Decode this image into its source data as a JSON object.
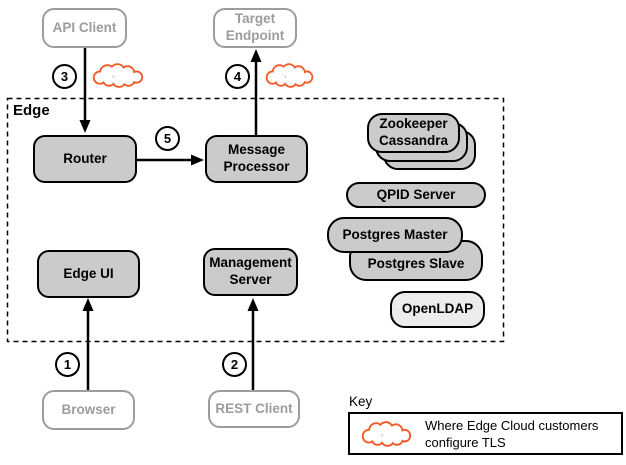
{
  "edge": {
    "label": "Edge"
  },
  "nodes": {
    "api_client": {
      "label": "API Client"
    },
    "target_endpoint": {
      "label": "Target Endpoint"
    },
    "router": {
      "label": "Router"
    },
    "message_processor": {
      "label": "Message Processor"
    },
    "edge_ui": {
      "label": "Edge UI"
    },
    "management_server": {
      "label": "Management Server"
    },
    "zookeeper": {
      "label": "Zookeeper"
    },
    "cassandra": {
      "label": "Cassandra"
    },
    "qpid_server": {
      "label": "QPID Server"
    },
    "postgres_master": {
      "label": "Postgres Master"
    },
    "postgres_slave": {
      "label": "Postgres Slave"
    },
    "openldap": {
      "label": "OpenLDAP"
    },
    "browser": {
      "label": "Browser"
    },
    "rest_client": {
      "label": "REST Client"
    }
  },
  "markers": {
    "step1": "1",
    "step2": "2",
    "step3": "3",
    "step4": "4",
    "step5": "5"
  },
  "key": {
    "title": "Key",
    "tls_note": "Where Edge Cloud customers configure TLS"
  },
  "colors": {
    "node_fill": "#cbcbcb",
    "node_border": "#000000",
    "external_gray": "#9c9c9c",
    "tls_cloud_orange": "#f05a28",
    "openldap_fill": "#ececec"
  }
}
